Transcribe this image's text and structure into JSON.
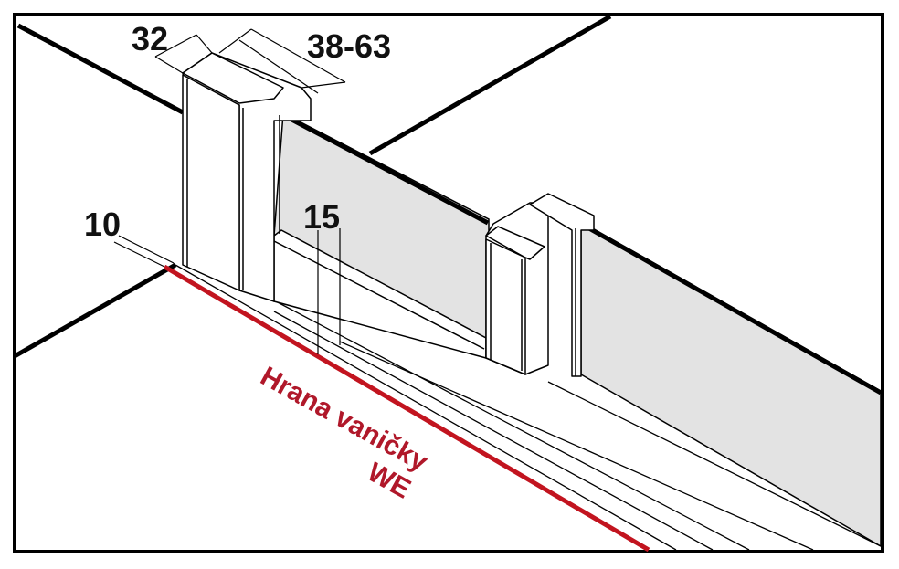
{
  "dimensions": {
    "d32": "32",
    "d38_63": "38-63",
    "d10": "10",
    "d15": "15"
  },
  "annotation": {
    "line1": "Hrana vaničky",
    "line2": "WE"
  },
  "colors": {
    "outline": "#000000",
    "glass": "#e3e3e3",
    "edge_red": "#c2141f",
    "annotation_red": "#b0182a"
  }
}
